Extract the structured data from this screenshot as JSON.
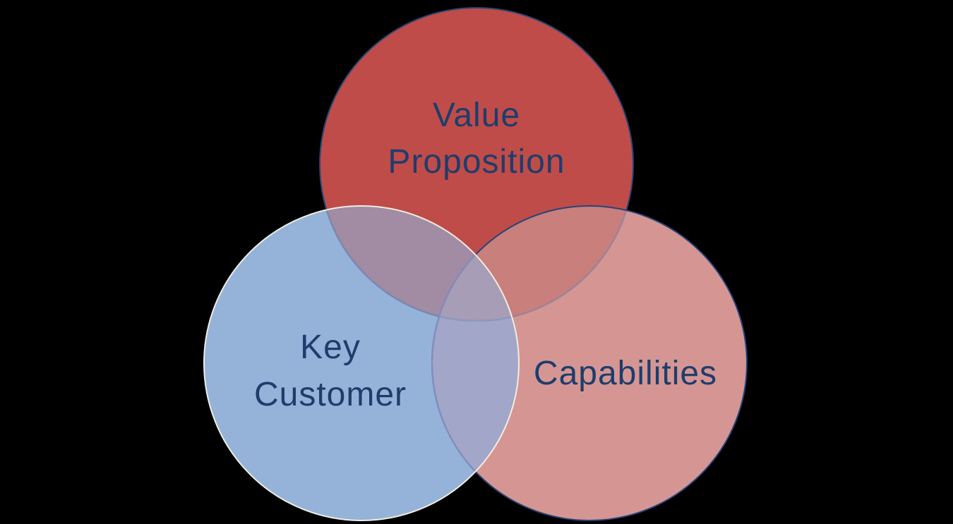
{
  "page": {
    "background_color": "#000000"
  },
  "venn": {
    "type": "venn-diagram",
    "label_color": "#1E3D6C",
    "circles": [
      {
        "name": "value-proposition",
        "label_lines": [
          "Value",
          "Proposition"
        ],
        "fill": "#BF4C49",
        "stroke": "#2A4674"
      },
      {
        "name": "key-customer",
        "label_lines": [
          "Key",
          "Customer"
        ],
        "fill": "#95B3D9",
        "stroke": "#F0EDE2"
      },
      {
        "name": "capabilities",
        "label_lines": [
          "Capabilities"
        ],
        "fill": "#D59693",
        "stroke": "#27437A"
      }
    ],
    "overlap_colors": {
      "value_capabilities": "#C97F7B",
      "value_customer": "#A28CA3",
      "customer_capabilities": "#A2A6C8",
      "center": "#A89DB6"
    },
    "overlap_stroke_colors": {
      "value_under_capabilities": "#9D87A1",
      "value_under_customer": "#7A8BB4",
      "value_under_both": "#8E9AC3",
      "capabilities_under_customer": "#8490BD"
    }
  }
}
